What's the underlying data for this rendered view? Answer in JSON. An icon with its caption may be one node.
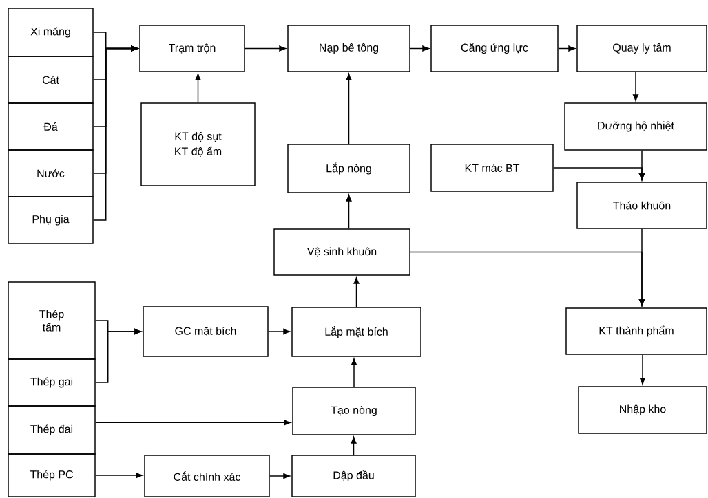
{
  "diagram": {
    "nodes": [
      {
        "text": [
          "Xi măng"
        ]
      },
      {
        "text": [
          "Cát"
        ]
      },
      {
        "text": [
          "Đá"
        ]
      },
      {
        "text": [
          "Nước"
        ]
      },
      {
        "text": [
          "Phụ gia"
        ]
      },
      {
        "text": [
          "Trạm trộn"
        ]
      },
      {
        "text": [
          "KT độ sụt",
          "KT độ ẩm"
        ]
      },
      {
        "text": [
          "Nạp bê tông"
        ]
      },
      {
        "text": [
          "Căng ứng lực"
        ]
      },
      {
        "text": [
          "Quay ly tâm"
        ]
      },
      {
        "text": [
          "Dưỡng hộ nhiệt"
        ]
      },
      {
        "text": [
          "Lắp nòng"
        ]
      },
      {
        "text": [
          "KT mác BT"
        ]
      },
      {
        "text": [
          "Tháo khuôn"
        ]
      },
      {
        "text": [
          "Vệ sinh khuôn"
        ]
      },
      {
        "text": [
          "Thép tấm"
        ]
      },
      {
        "text": [
          "Thép gai"
        ]
      },
      {
        "text": [
          "Thép đai"
        ]
      },
      {
        "text": [
          "Thép PC"
        ]
      },
      {
        "text": [
          "GC mặt bích"
        ]
      },
      {
        "text": [
          "Lắp mặt bích"
        ]
      },
      {
        "text": [
          "KT thành phẩm"
        ]
      },
      {
        "text": [
          "Tạo nòng"
        ]
      },
      {
        "text": [
          "Nhập kho"
        ]
      },
      {
        "text": [
          "Cắt chính xác"
        ]
      },
      {
        "text": [
          "Dập đầu"
        ]
      }
    ],
    "edges": [
      {
        "from": 0,
        "to": 5,
        "arrow": "to"
      },
      {
        "from": 1,
        "to": 5,
        "arrow": "to"
      },
      {
        "from": 2,
        "to": 5,
        "arrow": "to"
      },
      {
        "from": 3,
        "to": 5,
        "arrow": "to"
      },
      {
        "from": 4,
        "to": 5,
        "arrow": "to"
      },
      {
        "from": 5,
        "to": 7,
        "arrow": "to"
      },
      {
        "from": 6,
        "to": 5,
        "arrow": "to"
      },
      {
        "from": 7,
        "to": 8,
        "arrow": "to"
      },
      {
        "from": 8,
        "to": 9,
        "arrow": "to"
      },
      {
        "from": 9,
        "to": 10,
        "arrow": "to"
      },
      {
        "from": 10,
        "to": 13,
        "arrow": "to"
      },
      {
        "from": 12,
        "to": 13,
        "arrow": "to"
      },
      {
        "from": 11,
        "to": 7,
        "arrow": "to"
      },
      {
        "from": 14,
        "to": 11,
        "arrow": "to"
      },
      {
        "from": 13,
        "to": 21,
        "arrow": "to"
      },
      {
        "from": 14,
        "to": 21,
        "arrow": "to"
      },
      {
        "from": 15,
        "to": 19,
        "arrow": "to"
      },
      {
        "from": 16,
        "to": 19,
        "arrow": "to"
      },
      {
        "from": 19,
        "to": 20,
        "arrow": "to"
      },
      {
        "from": 20,
        "to": 14,
        "arrow": "to"
      },
      {
        "from": 17,
        "to": 22,
        "arrow": "to"
      },
      {
        "from": 22,
        "to": 20,
        "arrow": "to"
      },
      {
        "from": 21,
        "to": 23,
        "arrow": "to"
      },
      {
        "from": 18,
        "to": 24,
        "arrow": "to"
      },
      {
        "from": 24,
        "to": 25,
        "arrow": "to"
      },
      {
        "from": 25,
        "to": 22,
        "arrow": "to"
      }
    ]
  }
}
